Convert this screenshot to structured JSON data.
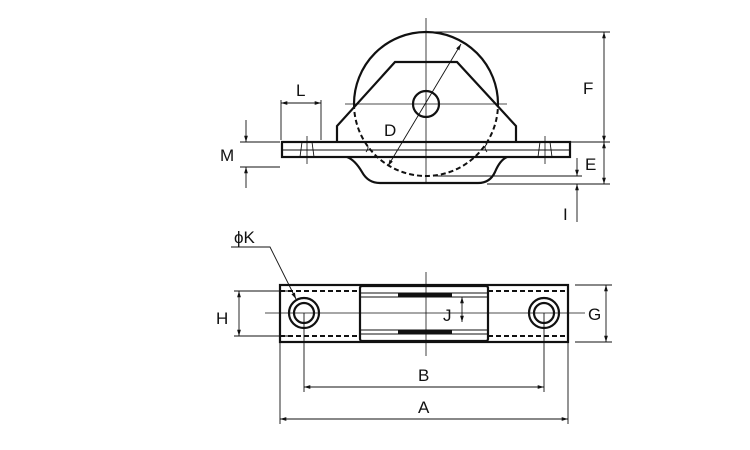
{
  "diagram": {
    "type": "technical drawing",
    "views": [
      "side-view",
      "top-view"
    ],
    "dimension_labels": {
      "A": "A",
      "B": "B",
      "D": "D",
      "E": "E",
      "F": "F",
      "G": "G",
      "H": "H",
      "I": "I",
      "J": "J",
      "K": "ϕK",
      "L": "L",
      "M": "M"
    },
    "line_color": "#111111"
  }
}
